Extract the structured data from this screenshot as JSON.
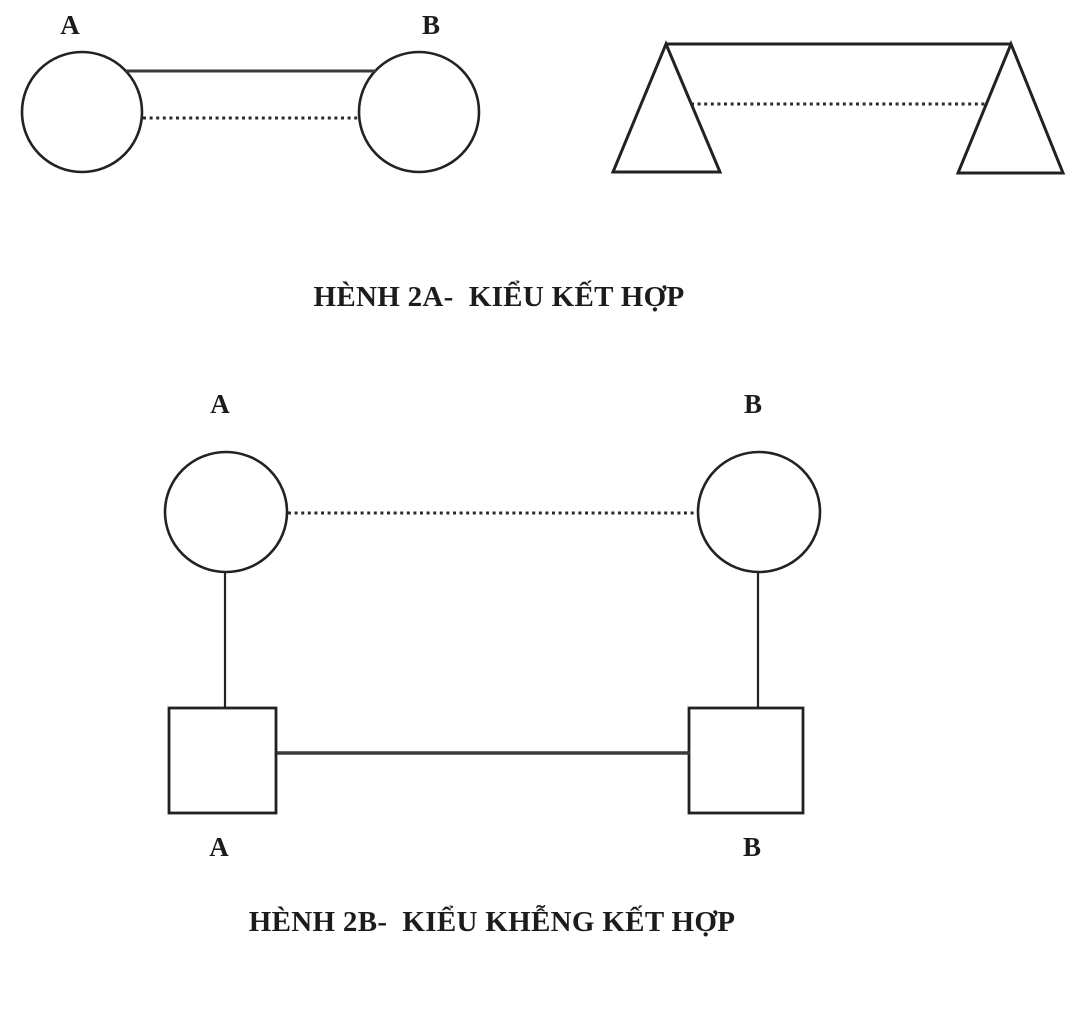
{
  "document": {
    "background_color": "#ffffff",
    "ink_color": "#222222"
  },
  "figure_2a": {
    "caption": "HÈNH 2A-  KIỂU KẾT HỢP",
    "circle_pair": {
      "label_a": "A",
      "label_b": "B",
      "top_link_style": "solid",
      "middle_link_style": "dotted"
    },
    "triangle_pair": {
      "top_link_style": "solid",
      "middle_link_style": "dotted"
    }
  },
  "figure_2b": {
    "caption": "HÈNH 2B-  KIỂU KHỄNG KẾT HỢP",
    "circles": {
      "label_a": "A",
      "label_b": "B",
      "link_style": "dotted"
    },
    "squares": {
      "label_a": "A",
      "label_b": "B",
      "link_style": "solid"
    },
    "circle_square_link_style": "solid"
  }
}
